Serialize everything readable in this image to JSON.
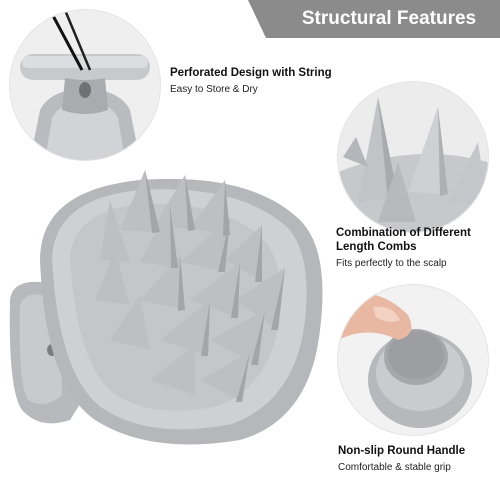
{
  "banner": {
    "title": "Structural Features",
    "color": "#8a8a8a"
  },
  "features": [
    {
      "title": "Perforated Design with String",
      "subtitle": "Easy to Store & Dry",
      "icon": "string-hole-icon"
    },
    {
      "title_line1": "Combination of Different",
      "title_line2": "Length Combs",
      "subtitle": "Fits perfectly to the scalp",
      "icon": "comb-teeth-icon"
    },
    {
      "title": "Non-slip Round Handle",
      "subtitle": "Comfortable & stable grip",
      "icon": "round-handle-icon"
    }
  ],
  "colors": {
    "product_gray": "#bcbec2",
    "product_light": "#d7d8db",
    "product_dark": "#9a9ca0"
  }
}
